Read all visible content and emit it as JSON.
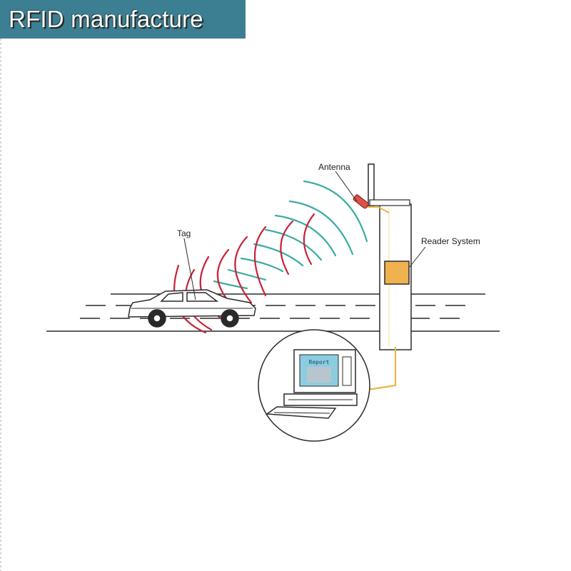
{
  "banner": {
    "text": "RFID manufacture",
    "background": "#3d7f92"
  },
  "labels": {
    "antenna": "Antenna",
    "tag": "Tag",
    "reader_system": "Reader System",
    "screen": "Report"
  },
  "colors": {
    "signal_teal": "#3aaca4",
    "signal_red": "#c8233a",
    "cable": "#e8b840",
    "reader_box": "#f0b24e",
    "line": "#2a2a2a"
  }
}
